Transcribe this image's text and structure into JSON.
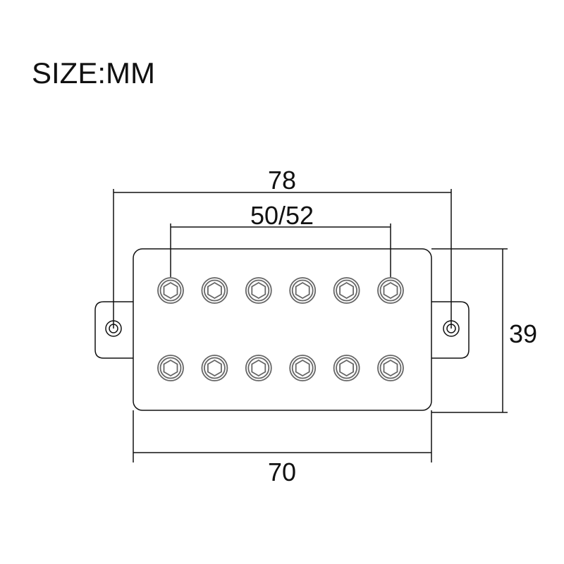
{
  "title": "SIZE:MM",
  "dimensions": {
    "overall_width": "78",
    "pole_spacing": "50/52",
    "height": "39",
    "body_width": "70"
  },
  "pickup": {
    "rows": 2,
    "poles_per_row": 6,
    "pole_icon": "hex-screw-icon",
    "mount_icon": "mounting-hole-icon"
  }
}
